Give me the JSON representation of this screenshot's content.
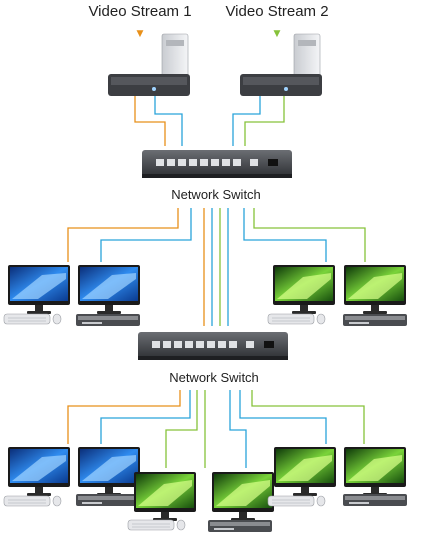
{
  "labels": {
    "stream1": "Video Stream 1",
    "stream2": "Video Stream 2",
    "switch_top": "Network Switch",
    "switch_bottom": "Network Switch"
  },
  "colors": {
    "stream1_line": "#e8901a",
    "stream2_line": "#86c23a",
    "network_line": "#29a3da",
    "screen_blue": "#1d6fd8",
    "screen_green": "#3bb02c"
  },
  "icons": {
    "source": "video-source-unit-icon",
    "switch": "network-switch-icon",
    "display": "monitor-icon",
    "receiver": "receiver-box-icon",
    "keyboard": "keyboard-mouse-icon"
  },
  "stream_arrows": {
    "stream1_marker": "▼",
    "stream2_marker": "▼"
  },
  "displays": {
    "middle_row": [
      "blue",
      "blue",
      "green",
      "green"
    ],
    "bottom_row": [
      "blue",
      "blue",
      "green",
      "green",
      "green",
      "green"
    ]
  }
}
